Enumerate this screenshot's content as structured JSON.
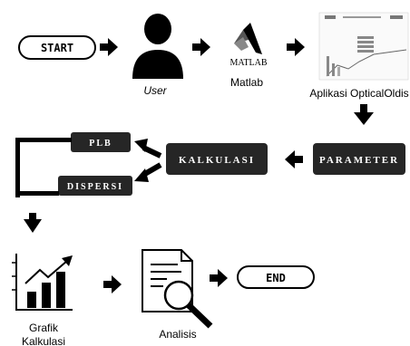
{
  "nodes": {
    "start": "START",
    "user": "User",
    "matlab_logo_text": "MATLAB",
    "matlab": "Matlab",
    "app": "Aplikasi OpticalOldis",
    "parameter": "PARAMETER",
    "kalkulasi": "KALKULASI",
    "plb": "PLB",
    "dispersi": "DISPERSI",
    "grafik_line1": "Grafik",
    "grafik_line2": "Kalkulasi",
    "analisis": "Analisis",
    "end": "END"
  },
  "icons": {
    "user": "user-silhouette-icon",
    "matlab": "matlab-logo-icon",
    "app": "app-screenshot-thumbnail",
    "grafik": "bar-chart-trend-icon",
    "analisis": "document-magnifier-icon"
  },
  "colors": {
    "ink": "#000000",
    "box_fill": "#262626",
    "box_text": "#ffffff",
    "pill_fill": "#ffffff"
  }
}
